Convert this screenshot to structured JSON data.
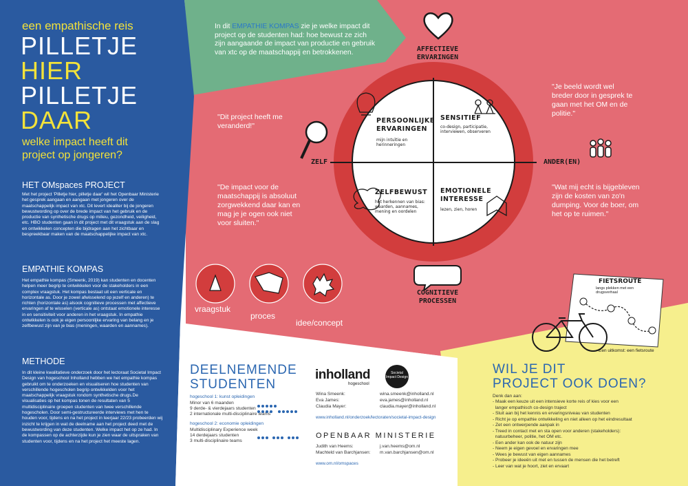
{
  "colors": {
    "blue": "#2a5aa0",
    "green": "#6fb18b",
    "pink": "#e46b74",
    "red": "#d23d3d",
    "yellow": "#f6ef8d",
    "accent_yellow": "#f3e23a"
  },
  "left": {
    "tagline": "een empathische reis",
    "title_lines": [
      "PILLETJE",
      "HIER",
      "PILLETJE",
      "DAAR"
    ],
    "question": "welke impact heeft dit project op jongeren?",
    "sections": [
      {
        "heading": "HET OMspaces PROJECT",
        "text": "Met het project 'Pilletje hier, pilletje daar' wil het Openbaar Ministerie het gesprek aangaan en aangaan met jongeren over de maatschappelijk impact van xtc. Dit levert idealiter bij de jongeren bewustwording op over de brede impact van het gebruik en de productie van synthetische drugs op milieu, gezondheid, veiligheid, etc. HBO studenten gaan in dit project met dit vraagstuk aan de slag en ontwikkelen concepten die bijdragen aan het zichtbaar en bespreekbaar maken van de maatschappelijke impact van xtc."
      },
      {
        "heading": "EMPATHIE KOMPAS",
        "text": "Het empathie kompas (Smeenk, 2019) kan studenten en docenten helpen meer begrip te ontwikkelen voor de stakeholders in een complex vraagstuk. Het kompas bestaat uit een verticale en horizontale as. Door je zowel afwisselend op jezelf en anderen) te richten (horizontale as) alsook cognitieve processen met affectieve ervaringen af te wisselen (verticale as) ontstaat emotionele interesse in en sensitiviteit voor anderen in het vraagstuk. In empathie ontwikkelen is ook je eigen persoonlijke ervaring van belang en je zelfbewust zijn van je bias (meningen, waarden en aannames)."
      },
      {
        "heading": "METHODE",
        "text": "In dit kleine kwalitatieve onderzoek door het lectoraat Societal Impact Design van hogeschool Inholland hebben we het empathie kompas gebruikt om te onderzoeken en visualiseren hoe studenten van verschillende hogescholen begrip ontwikkelden voor het maatschappelijk vraagstuk rondom synthetische drugs.De visualisaties op het kompas tonen de resultaten van 5 multidisciplinaire groepen studenten van twee verschillende hogescholen. Door semi-gestructureerde interviews met hen te houden voor, tijdens en na het project in leerjaar 22/23 probeerden wij inzicht te krijgen in wat de deelname aan het project deed met de bewustwording van deze studenten. Welke impact het op ze had. In de kompassen op de achterzijde kun je zien waar de uitspraken van studenten voor, tijdens en na het project het meeste lagen."
      }
    ]
  },
  "intro": {
    "before": "In dit ",
    "keyword": "EMPATHIE KOMPAS",
    "after": " zie je welke impact dit project op de studenten had: hoe bewust ze zich zijn aangaande de impact van productie en gebruik van xtc op de maatschappij en betrokkenen."
  },
  "compass": {
    "top": "AFFECTIEVE ERVARINGEN",
    "bottom": "COGNITIEVE PROCESSEN",
    "left": "ZELF",
    "right": "ANDER(EN)",
    "quadrants": [
      {
        "title": "PERSOONLIJKE ERVARINGEN",
        "sub": "mijn intuïtie en herinneringen"
      },
      {
        "title": "SENSITIEF",
        "sub": "co-design, participatie, interviewen, observeren"
      },
      {
        "title": "ZELFBEWUST",
        "sub": "het herkennen van bias: waarden, aannames, mening en oordelen"
      },
      {
        "title": "EMOTIONELE INTERESSE",
        "sub": "lezen, zien, horen"
      }
    ]
  },
  "quotes": {
    "q1": "\"Dit project heeft me veranderd!\"",
    "q2": "\"De impact voor de maatschappij is absoluut zorgwekkend daar kan en mag je je ogen ook niet voor sluiten.\"",
    "q3": "\"Je beeld wordt wel breder door in gesprek te gaan met het OM en de politie.\"",
    "q4": "\"Wat mij echt is bijgebleven zijn de kosten van zo'n dumping. Voor de boer, om het op te ruimen.\""
  },
  "icons": {
    "labels": [
      "vraagstuk",
      "proces",
      "idee/concept"
    ]
  },
  "bike": {
    "title": "FIETSROUTE",
    "sub": "langs plekken met een drugsverhaal",
    "caption": "Een uitkomst: een fietsroute"
  },
  "students": {
    "heading_lines": [
      "DEELNEMENDE",
      "STUDENTEN"
    ],
    "school1": "hogeschool 1: kunst opleidingen",
    "school1_lines": [
      "Minor van 6 maanden",
      "9 derde- & vierdejaars studenten",
      "2 internationale multi-disciplinaire teams"
    ],
    "school2": "hogeschool 2: economie opleidingen",
    "school2_lines": [
      "Multidisciplinary Experience week",
      "14 derdejaars studenten",
      "3 multi-disciplinaire teams"
    ]
  },
  "partners": {
    "inholland": "inholland",
    "inholland_sub": "hogeschool",
    "sid": "Societal Impact Design",
    "contacts1": [
      {
        "name": "Wina Smeenk:",
        "email": "wina.smeenk@inholland.nl"
      },
      {
        "name": "Eva James:",
        "email": "eva.james@inholland.nl"
      },
      {
        "name": "Claudia Mayer:",
        "email": "claudia.mayer@inholland.nl"
      }
    ],
    "link1": "www.inholland.nl/onderzoek/lectoraten/societal-impact-design",
    "om": "OPENBAAR MINISTERIE",
    "contacts2": [
      {
        "name": "Judith van Heems:",
        "email": "j.van.heems@om.nl"
      },
      {
        "name": "Machteld van Barchjansen:",
        "email": "m.van.barchjansen@om.nl"
      }
    ],
    "link2": "www.om.nl/omspaces"
  },
  "cta": {
    "heading_lines": [
      "WIL JE DIT",
      "PROJECT OOK DOEN?"
    ],
    "intro": "Denk dan aan:",
    "items": [
      "- Maak een keuze uit een intensieve korte reis of kies voor een",
      "  langer empathisch co-design traject",
      "- Sluit aan bij het kennis en ervaringsniveau van studenten",
      "- Richt je op empathie ontwikkeling en niet alleen op het eindresultaat",
      "- Zet een ontwerpende aanpak in",
      "- Treed in contact met en sta open voor anderen (stakeholders):",
      "  natuurbeheer, politie, het OM etc.",
      "- Een ander kan ook de natuur zijn",
      "- Neem je eigen gevoel en ervaringen mee",
      "- Wees je bewust van eigen aannames",
      "- Probeer je ideeën uit met en tussen de mensen die het betreft",
      "- Leer van wat je hoort, ziet en ervaart"
    ]
  }
}
